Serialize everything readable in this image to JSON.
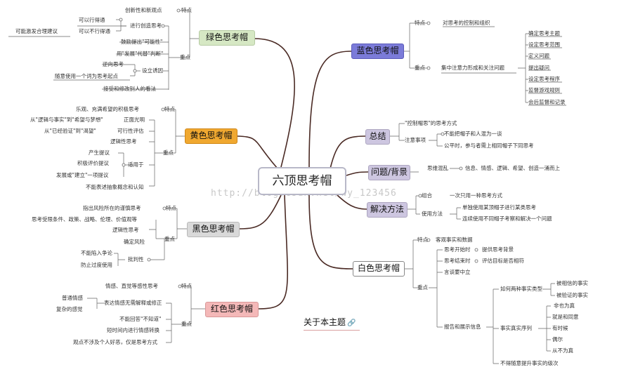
{
  "center": {
    "title": "六顶思考帽",
    "watermark": "http://blog.csdn.net/wy_123456"
  },
  "about": {
    "label": "关于本主题",
    "icon": "link-icon"
  },
  "colors": {
    "blue": "#7b7bd9",
    "green": "#d6e8c4",
    "yellow": "#f0a830",
    "black": "#d9d9d9",
    "red": "#f4b8b8",
    "lavender": "#cdc6e0",
    "white": "#ffffff"
  },
  "nodes": {
    "green": {
      "title": "绿色思考帽",
      "features_label": "特点",
      "features": "创新性和新观点",
      "focus_label": "重点",
      "creative_thinking": "进行创造思考",
      "feasible": "可以行得通",
      "infeasible": "可以不行得通",
      "reasonable_suggestion": "可能激发合理建议",
      "encourage_possibility": "鼓励提出\"可能性\"",
      "replace_judgment": "用\"发展\"代替\"判断\"",
      "set_questions": "设立诱因",
      "reverse_thinking": "逆向思考",
      "random_word": "随意使用一个词为思考起点",
      "accept_improve": "接受和修改别人的看法"
    },
    "yellow": {
      "title": "黄色思考帽",
      "features_label": "特点",
      "features": "乐观、充满希望的积极思考",
      "focus_label": "重点",
      "logic_facts": "从\"逻辑与事实\"到\"希望与梦想\"",
      "positive": "正面光明",
      "from_verified": "从\"已经验证\"到\"渴望\"",
      "feasibility": "可行性评估",
      "logical_thinking": "逻辑性思考",
      "apply_label": "适用于",
      "produce_suggestion": "产生提议",
      "evaluate_positive": "积极评价提议",
      "develop_establish": "发展或\"建立\"一项提议",
      "no_abstract": "不能表述抽象概念和认知"
    },
    "black": {
      "title": "黑色思考帽",
      "features_label": "特点",
      "features": "指出风险所在的谨慎思考",
      "conditions": "思考受限条件、政策、战略、伦理、价值观等",
      "focus_label": "重点",
      "logical": "逻辑性思考",
      "identify_risk": "确定风险",
      "critical_label": "批判性",
      "not_argue": "不能陷入争论",
      "prevent_overuse": "防止过度使用"
    },
    "red": {
      "title": "红色思考帽",
      "features_label": "特点",
      "features": "情感、直觉等感性思考",
      "focus_label": "重点",
      "emotions": "表达情感无需解释或修正",
      "normal_emotion": "普通情感",
      "complex_feeling": "复杂的感觉",
      "not_know": "不能回答\"不知道\"",
      "short_time": "短时间内进行情感转换",
      "no_personal": "观点不涉及个人好恶，仅是思考方式"
    },
    "blue": {
      "title": "蓝色思考帽",
      "features_label": "特点",
      "features": "对思考的控制和组织",
      "focus_label": "重点",
      "focus": "集中注意力形成和关注问题",
      "items": [
        "确定思考主题",
        "设定思考范围",
        "定义问题",
        "提出疑问",
        "设定思考程序",
        "监督游戏规则",
        "会后监督和记录"
      ]
    },
    "summary": {
      "title": "总结",
      "control": "\"控制帽思\"的思考方式",
      "attention_label": "注意事项",
      "not_label_people": "不能把帽子和人混为一谈",
      "fair": "公平时，参与者需上相同帽子下同思考"
    },
    "problem": {
      "title": "问题/背景",
      "confusion_label": "思维混乱",
      "desc": "信息、情感、逻辑、希望、创造一涌而上"
    },
    "solution": {
      "title": "解决方法",
      "combine_label": "组合",
      "combine": "一次只用一种思考方式",
      "method_label": "使用方法",
      "method1": "单独使用某顶帽子进行某类思考",
      "method2": "连续使用不同帽子考察和解决一个问题"
    },
    "white": {
      "title": "白色思考帽",
      "features_label": "特点",
      "features": "客观事实和数据",
      "focus_label": "重点",
      "start": "思考开始时",
      "provide_bg": "提供思考背景",
      "end": "思考结束时",
      "evaluate": "评估目标是否相符",
      "neutral": "言谈要中立",
      "report_label": "报告和展示信息",
      "facts_types": "如何两种事实类型",
      "believed": "被相信的事实",
      "verified": "被验证的事实",
      "true": "非也为真",
      "sequence": "事实真实序列",
      "absolute": "就是和同意",
      "sometimes": "有时候",
      "occasionally": "偶尔",
      "never": "从不为真",
      "not_apply_label": "不得随意提升事实的级次"
    }
  }
}
